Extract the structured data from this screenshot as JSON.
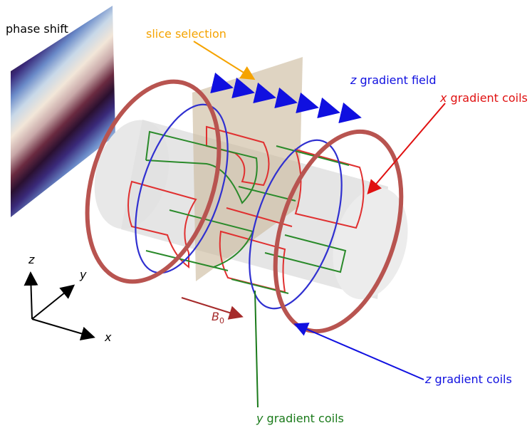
{
  "labels": {
    "phase_shift": "phase shift",
    "slice_selection": "slice selection",
    "z_gradient_field_var": "z",
    "z_gradient_field_rest": " gradient field",
    "x_gradient_coils_var": "x",
    "x_gradient_coils_rest": " gradient coils",
    "z_gradient_coils_var": "z",
    "z_gradient_coils_rest": " gradient coils",
    "y_gradient_coils_var": "y",
    "y_gradient_coils_rest": " gradient coils",
    "b0_main": "B",
    "b0_sub": "0",
    "axis_x": "x",
    "axis_y": "y",
    "axis_z": "z"
  },
  "colors": {
    "phase_shift": "#000000",
    "slice_selection": "#f5a300",
    "z_gradient": "#1010e0",
    "x_gradient": "#e01010",
    "y_gradient": "#1a7a1a",
    "b0": "#a52a2a",
    "main_coil": "#b85450",
    "cylinder": "#d9d9d9",
    "slice_plane": "#c9b89a",
    "axes": "#000000"
  },
  "icons": {
    "phase_pattern": "phase-shift-wave-icon",
    "axes": "xyz-axes-icon"
  }
}
